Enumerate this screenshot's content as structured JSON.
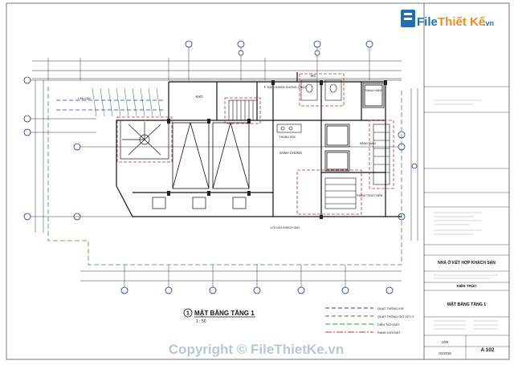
{
  "brand": {
    "name_prefix": "File ",
    "name_accent": "Thiết Kế",
    "domain": ".vn",
    "accent_color": "#1e6fb8",
    "accent_color_2": "#f28c1e"
  },
  "title_block": {
    "project": "NHÀ Ở KẾT HỢP KHÁCH SẠN",
    "discipline": "KIẾN TRÚC",
    "sheet_title": "MẶT BẰNG TẦNG 1",
    "scale": "1/50",
    "date": "01/2019",
    "sheet_no": "A 102"
  },
  "drawing_label": {
    "number": "1",
    "title": "MẶT BẰNG TẦNG 1",
    "scale": "1 : 50"
  },
  "legend": [
    {
      "label": "QUẠT THÔNG KHÍ",
      "color": "#2a2fd6"
    },
    {
      "label": "QUẠT THÔNG GIÓ XỬ LÝ",
      "color": "#d92b2b"
    },
    {
      "label": "DIỆN TÍCH ĐẤT",
      "color": "#2e9e3a"
    },
    {
      "label": "RANH GIỚI ĐẤT",
      "color": "#d92b2b"
    }
  ],
  "rooms": {
    "kho": "KHO",
    "p_dieu_khien": "P. ĐIỀU KHIỂN CHỐNG CHÁY",
    "wc": "WC",
    "thang_hang": "THANG HÀNG",
    "sanh_chung": "SẢNH CHUNG",
    "sanh_tang": "SẢNH TẦNG",
    "thung_rac": "THÙNG RÁC",
    "lobby_khach": "LỐI VÀO KHÁCH SẠN",
    "lan_can": "LAN CAN",
    "thang_thoat": "THANG THOÁT HIỂM"
  },
  "watermark": "Copyright © FileThietKe.vn"
}
